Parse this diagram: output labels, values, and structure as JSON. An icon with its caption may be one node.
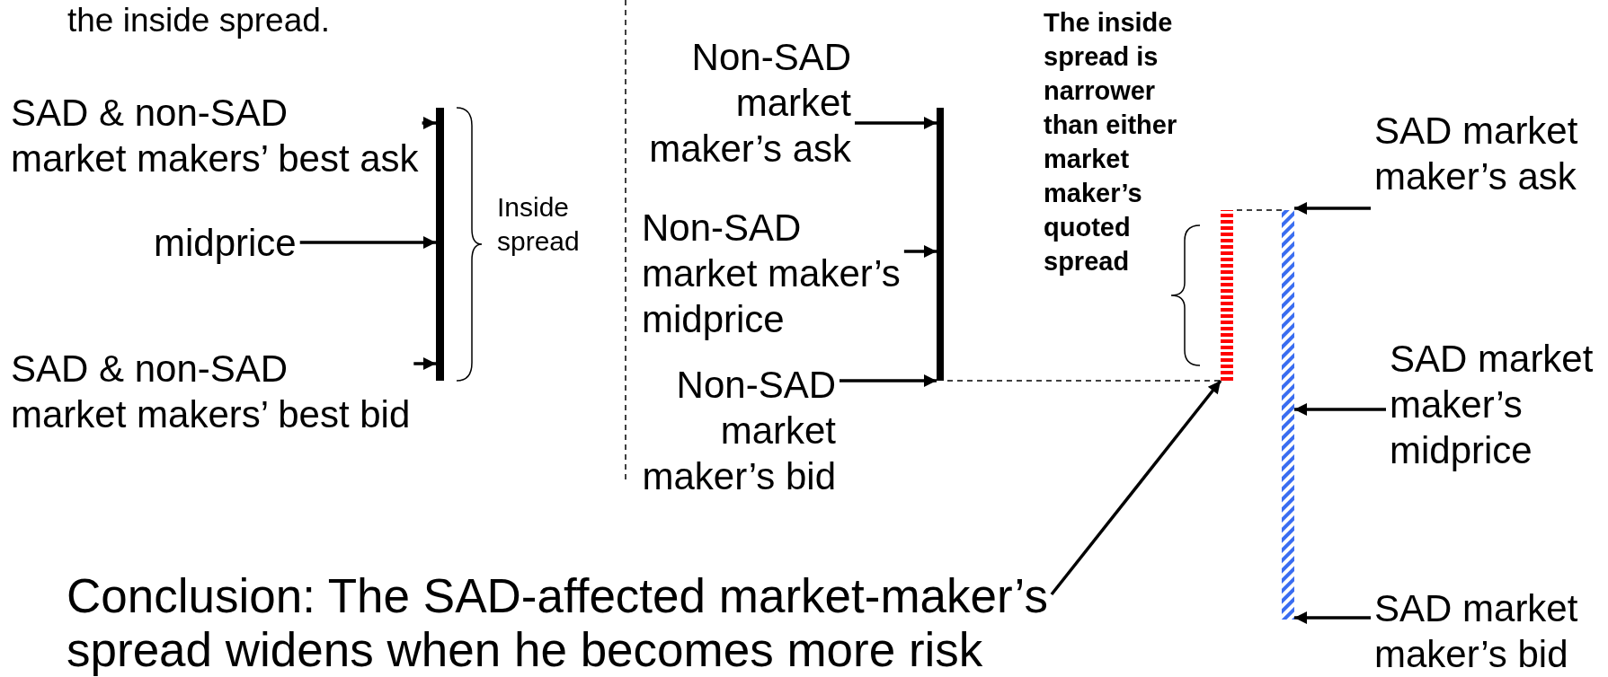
{
  "diagram": {
    "nodes": [
      {
        "text": [
          "SAD & non-SAD market makers’ best ask"
        ]
      },
      {
        "text": [
          "midprice"
        ]
      },
      {
        "text": [
          "SAD & non-SAD market makers’ best bid"
        ]
      },
      {
        "text": [],
        "shape": "bar"
      },
      {
        "text": [
          "Non-SAD market maker’s ask"
        ]
      },
      {
        "text": [
          "Non-SAD market maker’s midprice"
        ]
      },
      {
        "text": [
          "Non-SAD market maker’s bid"
        ]
      },
      {
        "text": [],
        "shape": "bar"
      },
      {
        "text": [
          "SAD market maker’s ask"
        ]
      },
      {
        "text": [],
        "shape": "bar"
      },
      {
        "text": [],
        "shape": "bar"
      },
      {
        "text": [
          "SAD market maker’s midprice"
        ]
      },
      {
        "text": [
          "SAD market maker’s bid"
        ]
      },
      {
        "text": [
          "Conclusion: The SAD-affected market-maker’s spread widens when he becomes more risk"
        ]
      }
    ],
    "edges": [
      {
        "from": 0,
        "to": 3,
        "arrow": "to"
      },
      {
        "from": 1,
        "to": 3,
        "arrow": "to"
      },
      {
        "from": 2,
        "to": 3,
        "arrow": "to"
      },
      {
        "from": 4,
        "to": 7,
        "arrow": "to"
      },
      {
        "from": 5,
        "to": 7,
        "arrow": "to"
      },
      {
        "from": 6,
        "to": 7,
        "arrow": "to"
      },
      {
        "from": 7,
        "to": 9,
        "arrow": "none",
        "style": "dashed"
      },
      {
        "from": 9,
        "to": 10,
        "arrow": "none",
        "style": "dashed"
      },
      {
        "from": 8,
        "to": 10,
        "arrow": "to"
      },
      {
        "from": 11,
        "to": 10,
        "arrow": "to"
      },
      {
        "from": 12,
        "to": 10,
        "arrow": "to"
      },
      {
        "from": 13,
        "to": 9,
        "arrow": "to"
      }
    ],
    "labels": [
      "the inside spread.",
      "Inside spread",
      "The inside spread is narrower than either market maker’s quoted spread"
    ]
  }
}
